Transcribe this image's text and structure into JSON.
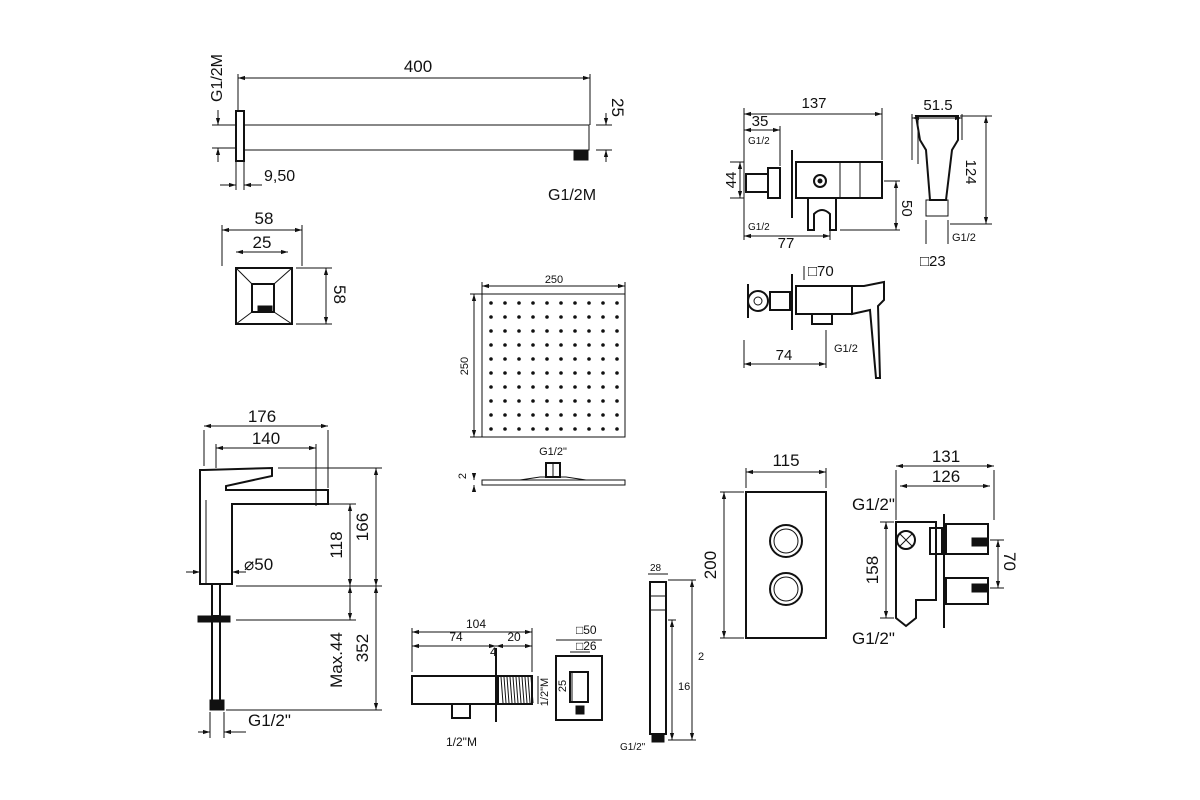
{
  "shower_arm": {
    "length": "400",
    "height": "25",
    "inlet_thread": "G1/2M",
    "outlet_thread": "G1/2M",
    "flange_depth": "9,50"
  },
  "flange": {
    "outer": "58",
    "inner": "25",
    "height": "58"
  },
  "bidet_valve": {
    "length": "137",
    "offset": "35",
    "height": "44",
    "depth": "50",
    "base": "77",
    "thread_top": "G1/2",
    "thread_bottom": "G1/2"
  },
  "hand_spray": {
    "width": "51.5",
    "height": "124",
    "thread": "G1/2",
    "square": "□23"
  },
  "stop_valve": {
    "square": "□70",
    "depth": "74",
    "thread": "G1/2"
  },
  "head_shower": {
    "width": "250",
    "height": "250",
    "thread": "G1/2\"",
    "thickness": "2"
  },
  "basin_mixer": {
    "length": "176",
    "spout": "140",
    "spout_height": "118",
    "total_height": "166",
    "diameter": "⌀50",
    "max_deck": "Max.44",
    "hose_length": "352",
    "thread": "G1/2\""
  },
  "thermostat_plate": {
    "width": "115",
    "height": "200"
  },
  "concealed_body": {
    "depth_total": "131",
    "depth": "126",
    "height": "158",
    "spacing": "70",
    "thread_top": "G1/2\"",
    "thread_bottom": "G1/2\""
  },
  "wall_outlet": {
    "length": "104",
    "body": "74",
    "thread_len": "20",
    "tip": "4",
    "thread": "1/2\"M",
    "side_thread": "1/2\"M",
    "plate_square": "□50",
    "inner_square": "□26",
    "inner_height": "25"
  },
  "handshower": {
    "width": "28",
    "length": "2",
    "handle": "16",
    "thread": "G1/2\""
  }
}
